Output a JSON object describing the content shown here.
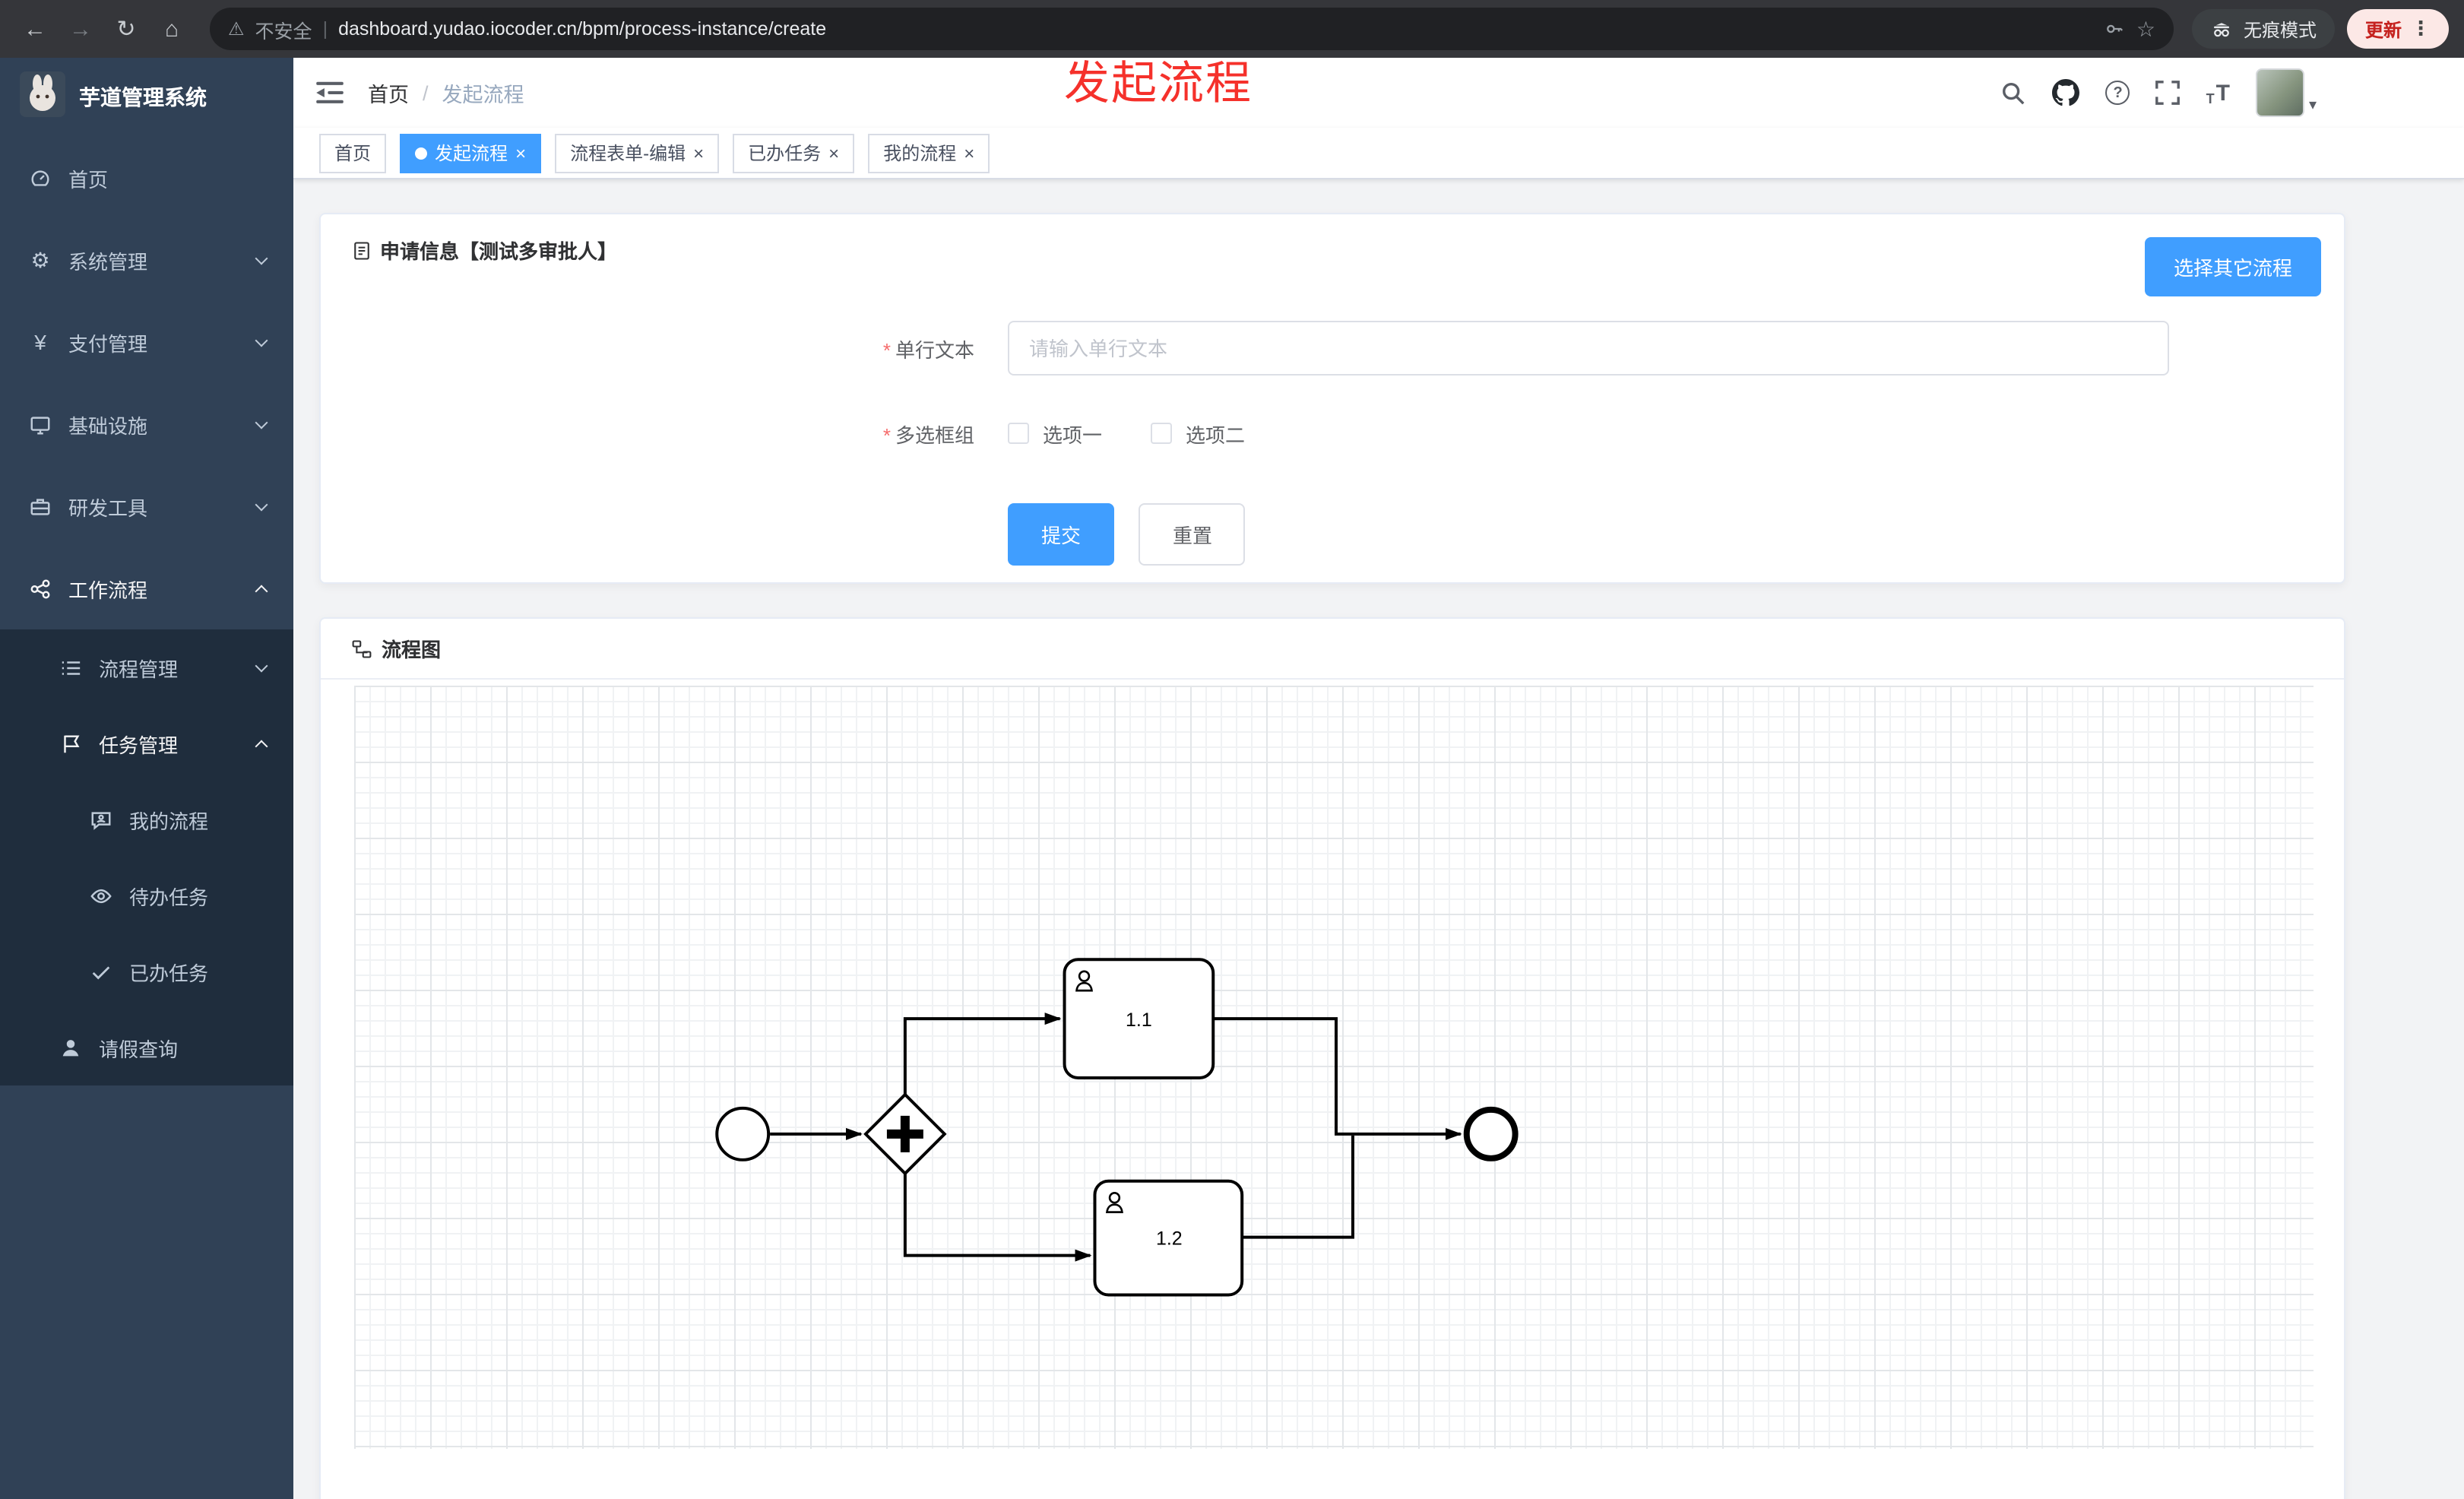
{
  "colors": {
    "primary": "#409eff",
    "overlay_red": "#f5312b",
    "sidebar_bg": "#304156",
    "sidebar_submenu_bg": "#1f2d3d",
    "sidebar_text": "#bfcbd9",
    "browser_bar_bg": "#35363a",
    "update_chip_text": "#c5221f"
  },
  "icons": {
    "back": "←",
    "forward": "→",
    "reload": "↻",
    "home": "⌂",
    "warning": "⚠",
    "star": "☆",
    "dots": "⋮",
    "pipe": "|",
    "slash": "/",
    "close": "×",
    "gear": "⚙",
    "yen": "¥",
    "help": "?",
    "caret": "▾",
    "t_small": "T",
    "t_big": "T",
    "tag_dot": "active-tab-dot"
  },
  "browser": {
    "security_label": "不安全",
    "url": "dashboard.yudao.iocoder.cn/bpm/process-instance/create",
    "incognito_label": "无痕模式",
    "update_label": "更新"
  },
  "overlay_title": "发起流程",
  "sidebar": {
    "logo_title": "芋道管理系统",
    "items": [
      {
        "label": "首页",
        "icon": "dashboard-icon"
      },
      {
        "label": "系统管理",
        "icon": "gear-icon",
        "expandable": true
      },
      {
        "label": "支付管理",
        "icon": "yen-icon",
        "expandable": true
      },
      {
        "label": "基础设施",
        "icon": "monitor-icon",
        "expandable": true
      },
      {
        "label": "研发工具",
        "icon": "toolbox-icon",
        "expandable": true
      },
      {
        "label": "工作流程",
        "icon": "workflow-icon",
        "expandable": true,
        "expanded": true
      }
    ],
    "workflow_children": [
      {
        "label": "流程管理",
        "icon": "list-icon",
        "expandable": true
      },
      {
        "label": "任务管理",
        "icon": "flag-icon",
        "expandable": true,
        "expanded": true
      }
    ],
    "task_children": [
      {
        "label": "我的流程",
        "icon": "chat-icon"
      },
      {
        "label": "待办任务",
        "icon": "eye-icon"
      },
      {
        "label": "已办任务",
        "icon": "check-icon"
      }
    ],
    "leave_item": {
      "label": "请假查询",
      "icon": "user-icon"
    }
  },
  "navbar": {
    "breadcrumb": [
      "首页",
      "发起流程"
    ]
  },
  "tabs": {
    "items": [
      {
        "label": "首页",
        "active": false,
        "closable": false
      },
      {
        "label": "发起流程",
        "active": true,
        "closable": true
      },
      {
        "label": "流程表单-编辑",
        "active": false,
        "closable": true
      },
      {
        "label": "已办任务",
        "active": false,
        "closable": true
      },
      {
        "label": "我的流程",
        "active": false,
        "closable": true
      }
    ]
  },
  "form_card": {
    "title": "申请信息【测试多审批人】",
    "choose_other_button": "选择其它流程",
    "text_field": {
      "label": "单行文本",
      "required": true,
      "value": "",
      "placeholder": "请输入单行文本"
    },
    "checkbox_group": {
      "label": "多选框组",
      "required": true,
      "options": [
        {
          "label": "选项一",
          "checked": false
        },
        {
          "label": "选项二",
          "checked": false
        }
      ]
    },
    "submit_button": "提交",
    "reset_button": "重置"
  },
  "diagram_card": {
    "title": "流程图",
    "bpmn": {
      "type": "bpmn-process",
      "elements": [
        "start-event",
        "parallel-gateway",
        "user-task",
        "user-task",
        "end-event"
      ],
      "tasks": [
        {
          "label": "1.1"
        },
        {
          "label": "1.2"
        }
      ]
    }
  }
}
